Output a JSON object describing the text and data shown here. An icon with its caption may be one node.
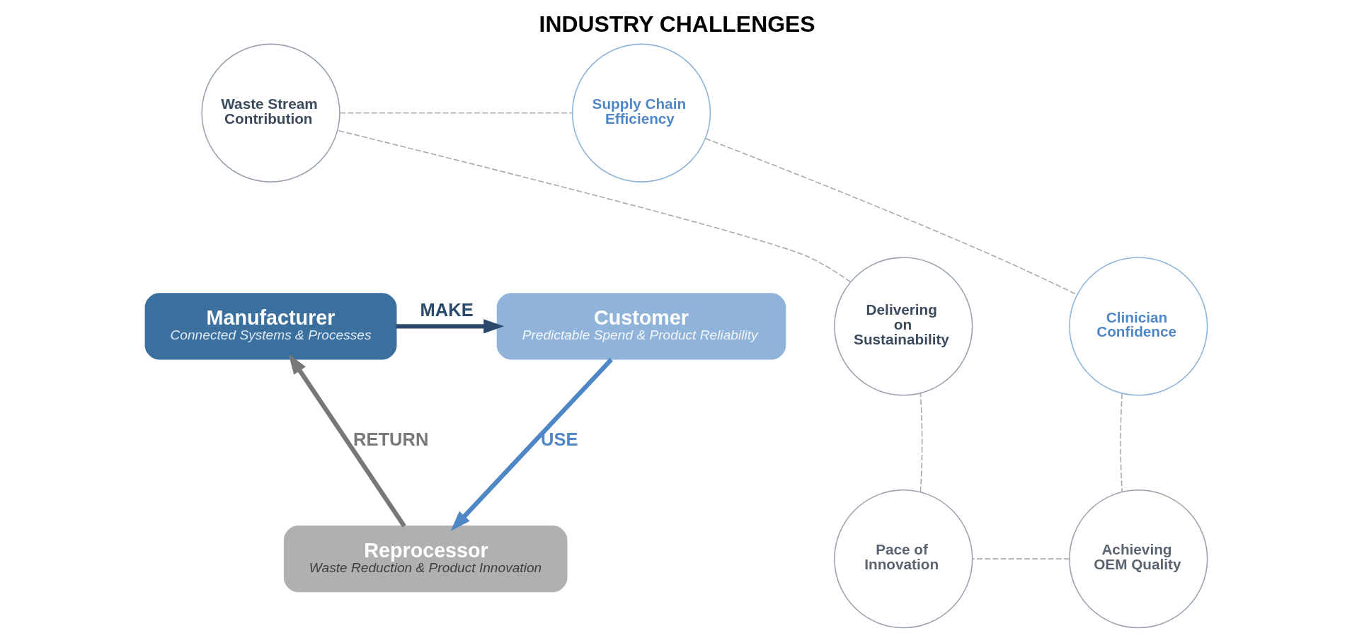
{
  "diagram": {
    "title": "INDUSTRY CHALLENGES",
    "nodes": [
      {
        "text": [
          "Waste Stream Contribution"
        ]
      },
      {
        "text": [
          "Supply Chain Efficiency"
        ]
      },
      {
        "text": [
          "Manufacturer",
          "Connected Systems & Processes"
        ]
      },
      {
        "text": [
          "Customer",
          "Predictable Spend & Product Reliability"
        ]
      },
      {
        "text": [
          "Delivering on Sustainability"
        ]
      },
      {
        "text": [
          "Clinician Confidence"
        ]
      },
      {
        "text": [
          "Reprocessor",
          "Waste Reduction & Product Innovation"
        ]
      },
      {
        "text": [
          "Pace of Innovation"
        ]
      },
      {
        "text": [
          "Achieving OEM Quality"
        ]
      }
    ],
    "edges": [
      {
        "from": 2,
        "to": 3,
        "arrow": "to",
        "label": "MAKE",
        "style": "thick",
        "color": "#2b4a6b"
      },
      {
        "from": 3,
        "to": 6,
        "arrow": "to",
        "label": "USE",
        "style": "thick",
        "color": "#4f87c6"
      },
      {
        "from": 6,
        "to": 2,
        "arrow": "to",
        "label": "RETURN",
        "style": "thick",
        "color": "#76787a"
      },
      {
        "from": 0,
        "to": 1,
        "arrow": "none",
        "style": "dashed"
      },
      {
        "from": 1,
        "to": 5,
        "arrow": "none",
        "style": "dashed"
      },
      {
        "from": 5,
        "to": 8,
        "arrow": "none",
        "style": "dashed"
      },
      {
        "from": 8,
        "to": 7,
        "arrow": "none",
        "style": "dashed"
      },
      {
        "from": 7,
        "to": 4,
        "arrow": "none",
        "style": "dashed"
      },
      {
        "from": 4,
        "to": 0,
        "arrow": "none",
        "style": "dashed"
      }
    ]
  }
}
